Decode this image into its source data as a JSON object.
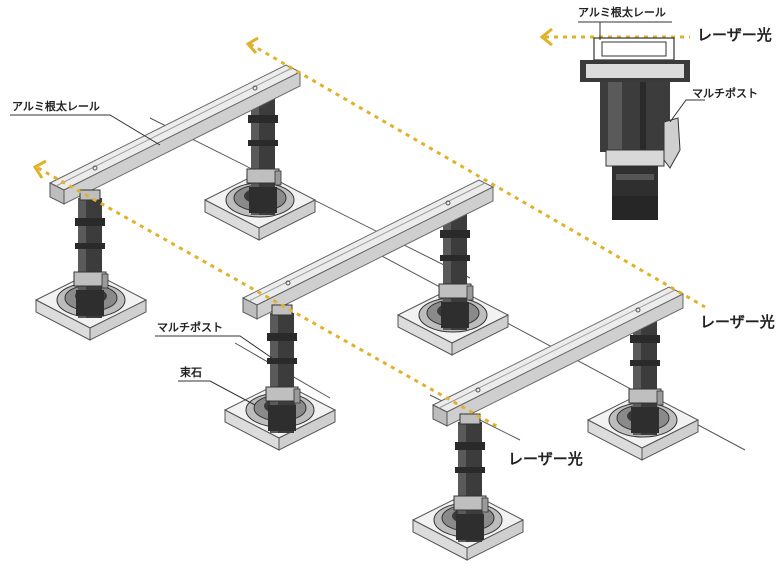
{
  "labels": {
    "rail_top": "アルミ根太レール",
    "rail_left": "アルミ根太レール",
    "post_top": "マルチポスト",
    "post_left": "マルチポスト",
    "stone": "束石",
    "laser_top": "レーザー光",
    "laser_mid": "レーザー光",
    "laser_bottom": "レーザー光"
  },
  "colors": {
    "laser": "#e0b12a",
    "rail_fill": "#d9d9d9",
    "rail_top": "#ececec",
    "rail_edge": "#6b6b6b",
    "post_dark": "#333333",
    "base_fill": "#efefef",
    "base_edge": "#555555"
  }
}
